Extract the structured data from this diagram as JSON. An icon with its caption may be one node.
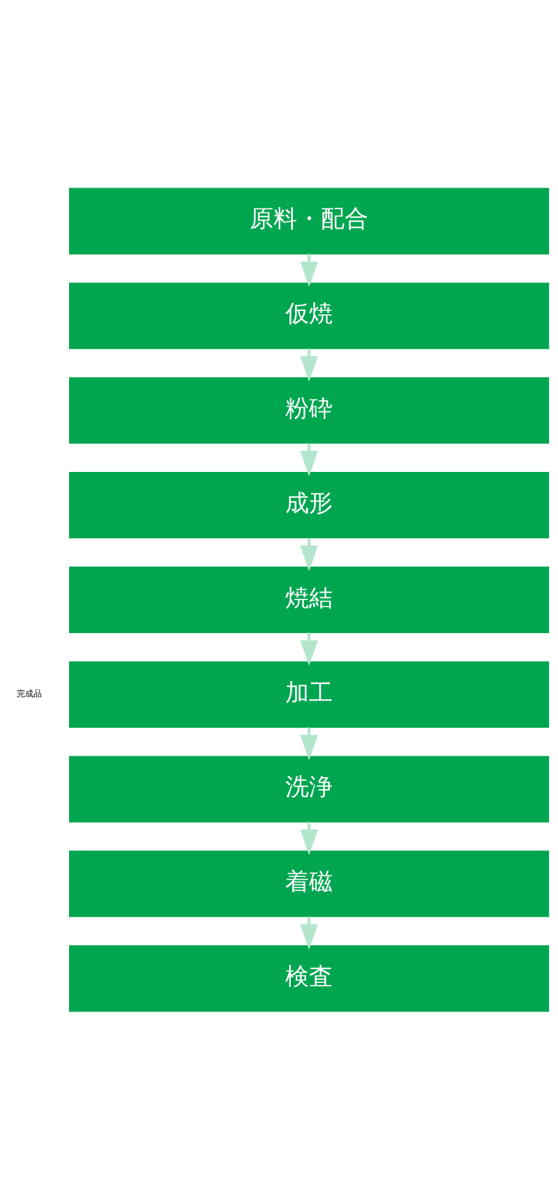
{
  "diagram": {
    "nodes": [
      {
        "text": [
          "原料・配合"
        ]
      },
      {
        "text": [
          "仮焼"
        ]
      },
      {
        "text": [
          "粉砕"
        ]
      },
      {
        "text": [
          "成形"
        ]
      },
      {
        "text": [
          "焼結"
        ]
      },
      {
        "text": [
          "加工"
        ],
        "beside": [
          "完成品"
        ]
      },
      {
        "text": [
          "洗浄"
        ]
      },
      {
        "text": [
          "着磁"
        ]
      },
      {
        "text": [
          "検査"
        ]
      }
    ],
    "edges": [
      {
        "from": 0,
        "to": 1,
        "arrow": "to"
      },
      {
        "from": 1,
        "to": 2,
        "arrow": "to"
      },
      {
        "from": 2,
        "to": 3,
        "arrow": "to"
      },
      {
        "from": 3,
        "to": 4,
        "arrow": "to"
      },
      {
        "from": 4,
        "to": 5,
        "arrow": "to"
      },
      {
        "from": 5,
        "to": 6,
        "arrow": "to"
      },
      {
        "from": 6,
        "to": 7,
        "arrow": "to"
      },
      {
        "from": 7,
        "to": 8,
        "arrow": "to"
      }
    ]
  }
}
